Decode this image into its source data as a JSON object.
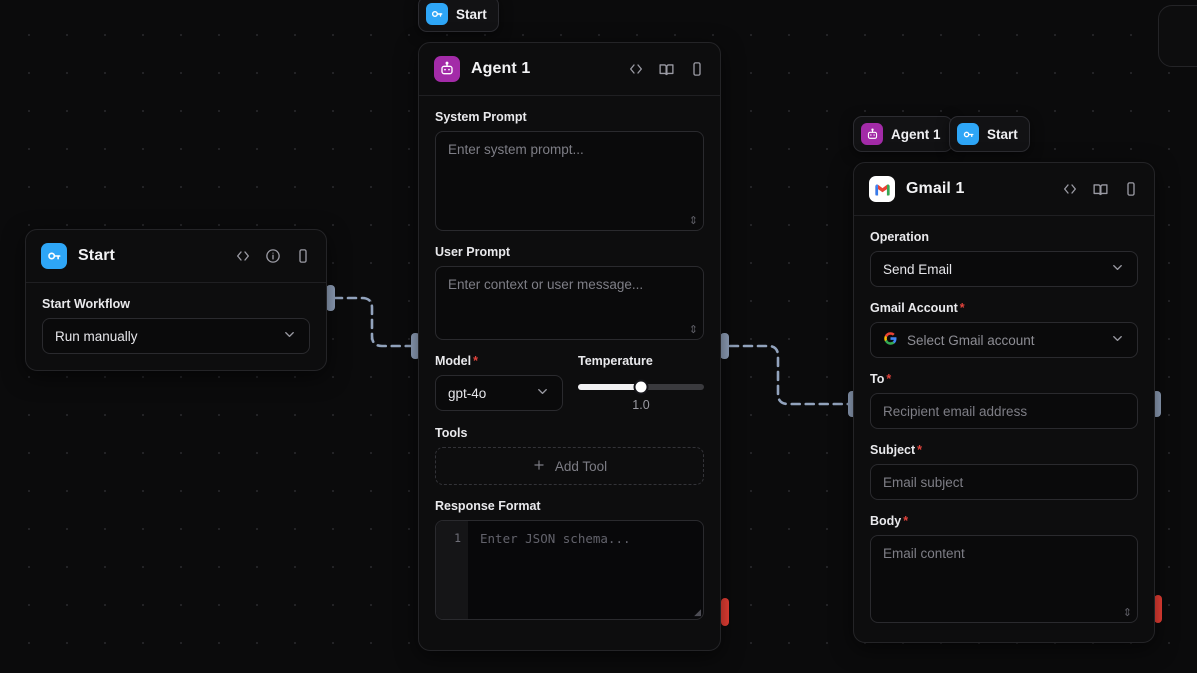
{
  "canvas": {
    "background": "#0b0b0c",
    "dot_color": "#232326"
  },
  "nodes": {
    "start": {
      "title": "Start",
      "icon": "key-icon",
      "icon_bg": "#2ea6f7",
      "header_icons": [
        "code-icon",
        "info-icon",
        "phone-icon"
      ],
      "fields": {
        "start_workflow_label": "Start Workflow",
        "start_workflow_value": "Run manually"
      }
    },
    "agent": {
      "title": "Agent 1",
      "icon": "robot-icon",
      "icon_bg": "#a32ba8",
      "header_icons": [
        "code-icon",
        "book-icon",
        "phone-icon"
      ],
      "fields": {
        "system_prompt_label": "System Prompt",
        "system_prompt_placeholder": "Enter system prompt...",
        "user_prompt_label": "User Prompt",
        "user_prompt_placeholder": "Enter context or user message...",
        "model_label": "Model",
        "model_required": "*",
        "model_value": "gpt-4o",
        "temperature_label": "Temperature",
        "temperature_value": "1.0",
        "temperature_percent": 50,
        "tools_label": "Tools",
        "add_tool_label": "Add Tool",
        "response_format_label": "Response Format",
        "response_format_line_number": "1",
        "response_format_placeholder": "Enter JSON schema..."
      }
    },
    "gmail": {
      "title": "Gmail 1",
      "icon": "gmail-icon",
      "icon_bg": "#ffffff",
      "header_icons": [
        "code-icon",
        "book-icon",
        "phone-icon"
      ],
      "fields": {
        "operation_label": "Operation",
        "operation_value": "Send Email",
        "account_label": "Gmail Account",
        "account_required": "*",
        "account_placeholder": "Select Gmail account",
        "to_label": "To",
        "to_required": "*",
        "to_placeholder": "Recipient email address",
        "subject_label": "Subject",
        "subject_required": "*",
        "subject_placeholder": "Email subject",
        "body_label": "Body",
        "body_required": "*",
        "body_placeholder": "Email content"
      }
    }
  },
  "chips": {
    "top_start": {
      "label": "Start",
      "icon": "key-icon",
      "icon_bg": "#2ea6f7"
    },
    "gmail_agent": {
      "label": "Agent 1",
      "icon": "robot-icon",
      "icon_bg": "#a32ba8"
    },
    "gmail_start": {
      "label": "Start",
      "icon": "key-icon",
      "icon_bg": "#2ea6f7"
    }
  },
  "handles": {
    "connector_color": "#92a3bd",
    "error_handle_color": "#ef4036"
  }
}
